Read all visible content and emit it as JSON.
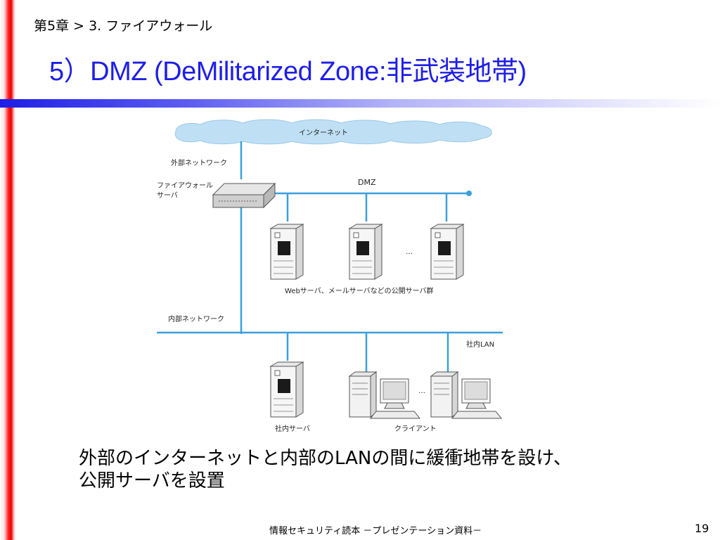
{
  "slide": {
    "breadcrumb": "第5章 > 3. ファイアウォール",
    "title": "5）DMZ (DeMilitarized Zone:非武装地帯)",
    "body_line1": "外部のインターネットと内部のLANの間に緩衝地帯を設け、",
    "body_line2": "公開サーバを設置",
    "footer": "情報セキュリティ読本 －プレゼンテーション資料－",
    "page_number": "19"
  },
  "diagram": {
    "internet": "インターネット",
    "external_network": "外部ネットワーク",
    "firewall_line1": "ファイアウォール",
    "firewall_line2": "サーバ",
    "dmz": "DMZ",
    "ellipsis": "…",
    "public_servers": "Webサーバ、メールサーバなどの公開サーバ群",
    "internal_network": "内部ネットワーク",
    "lan": "社内LAN",
    "internal_server": "社内サーバ",
    "clients": "クライアント"
  },
  "colors": {
    "title": "#1e1ee6",
    "network_line": "#3aa0dc",
    "cloud": "#bfe0f4",
    "left_bar": "#ee0000"
  }
}
